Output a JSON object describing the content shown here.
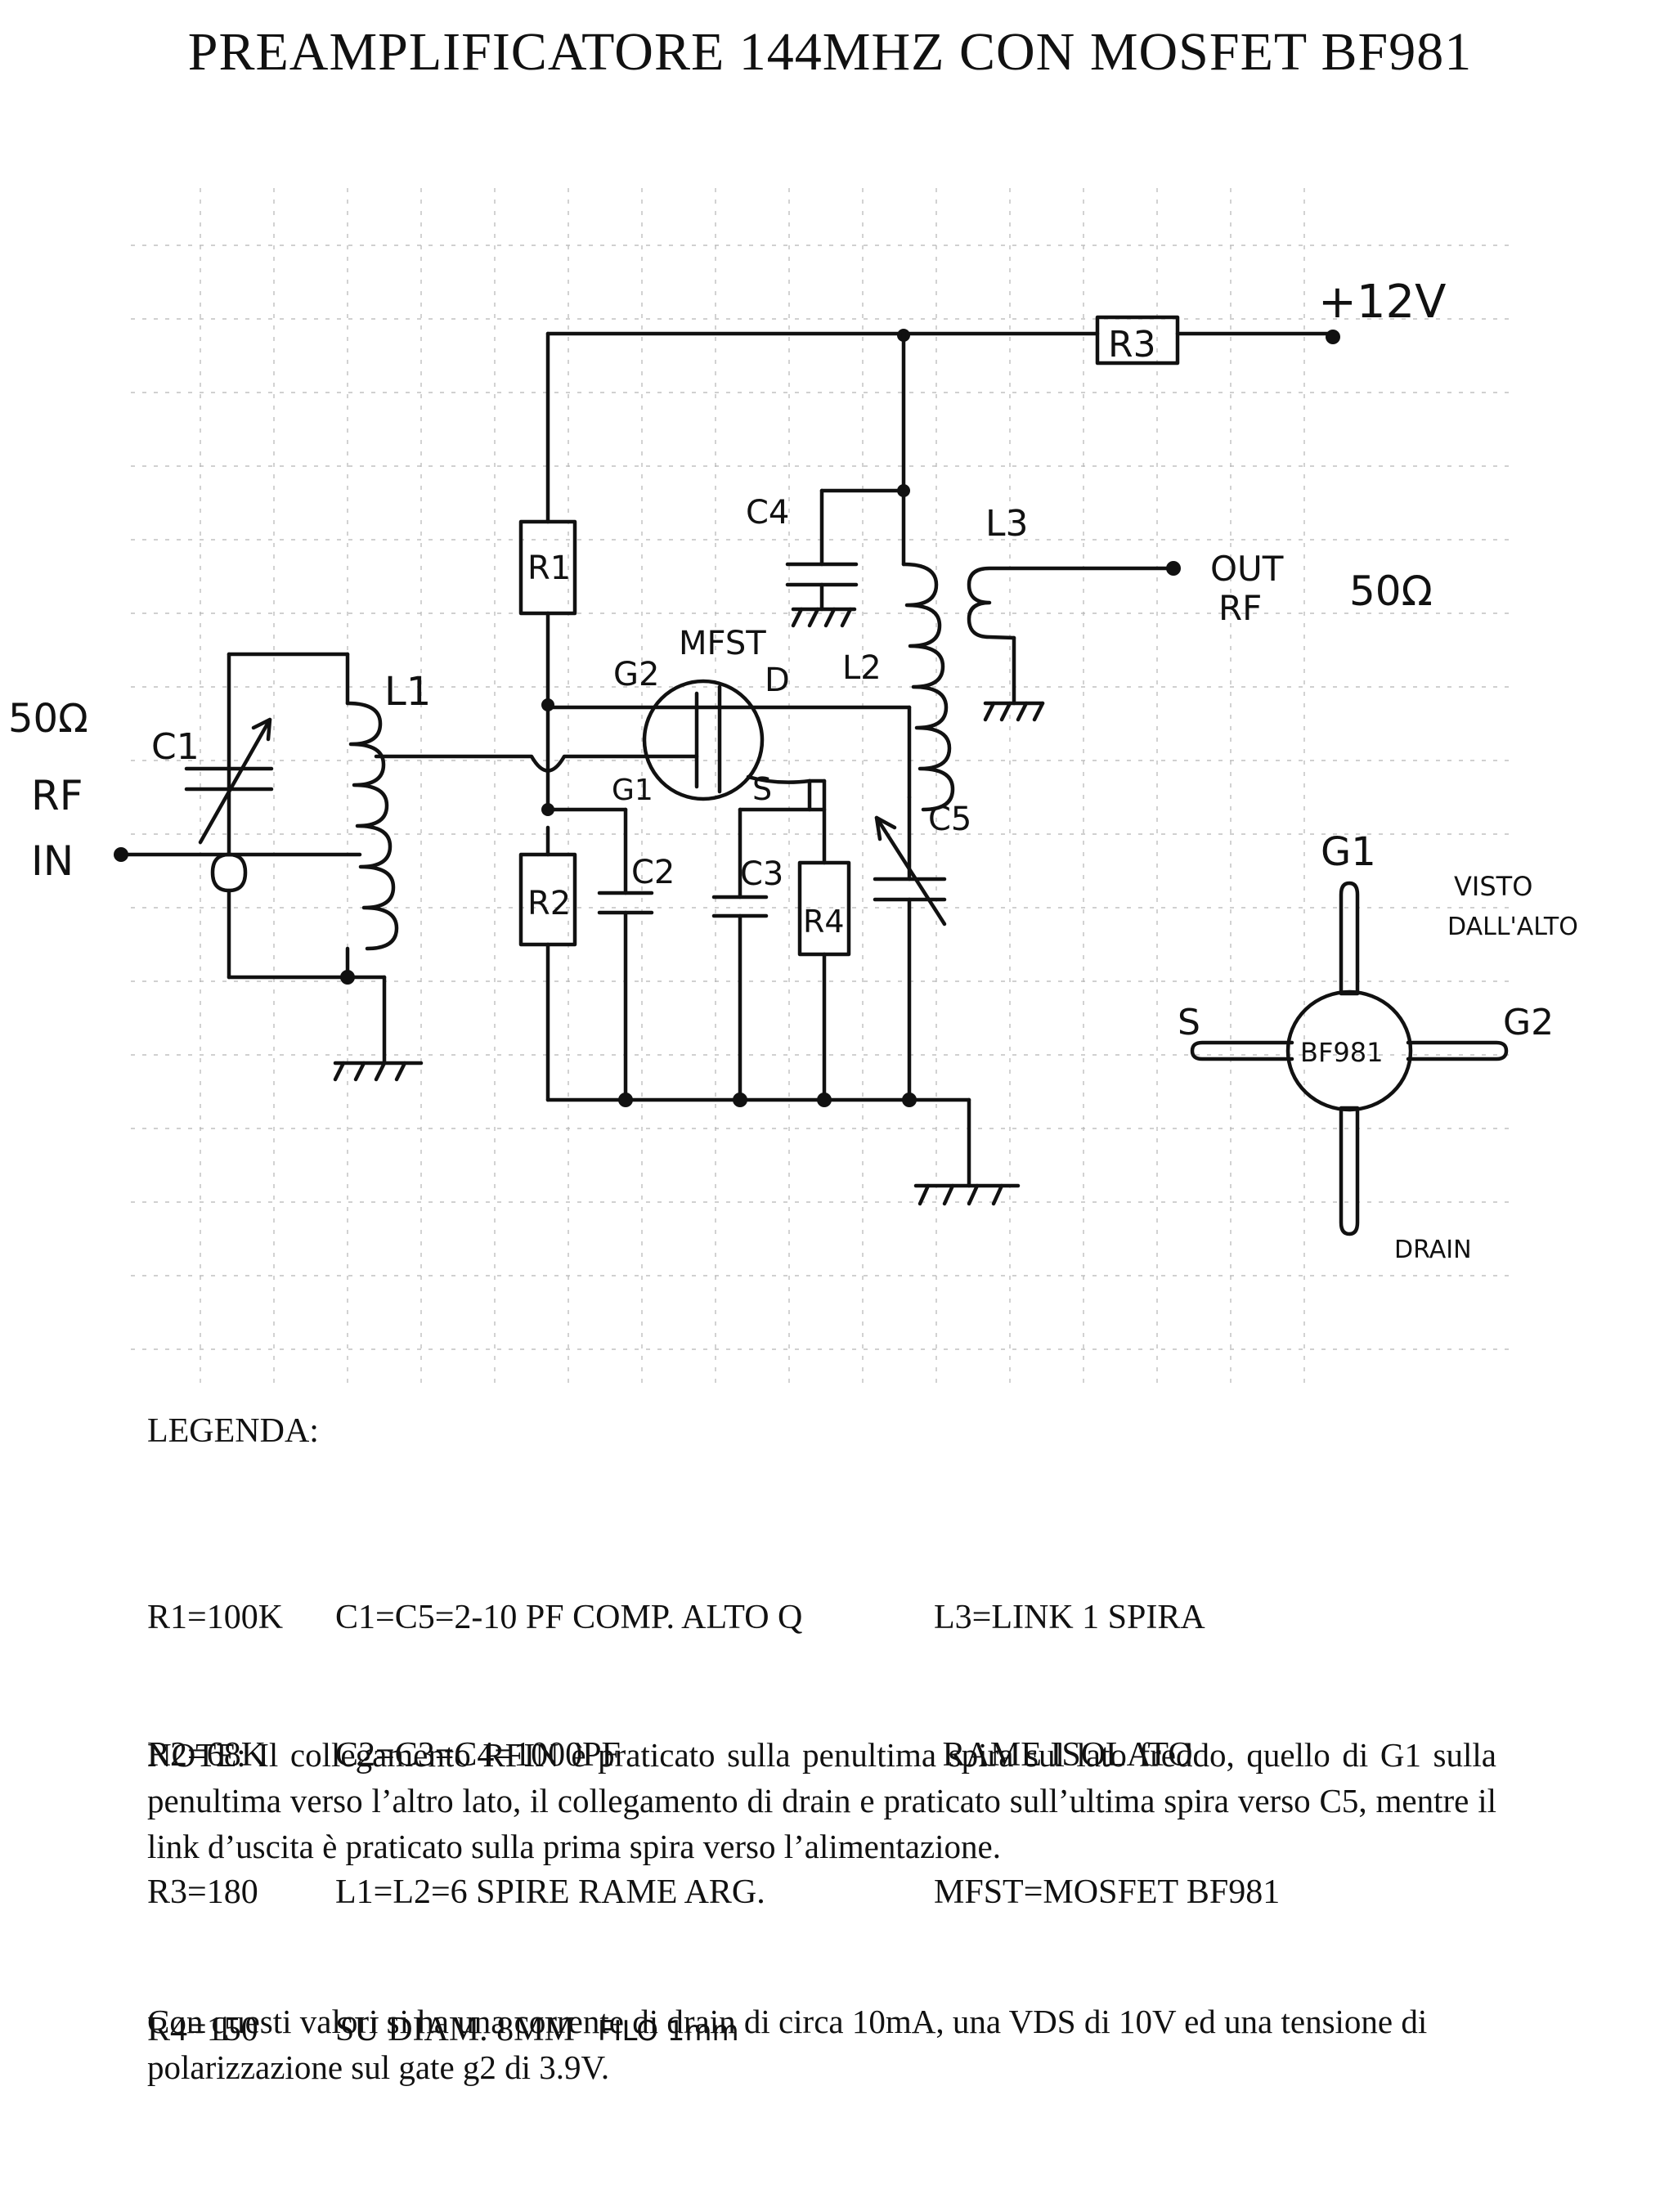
{
  "title": "PREAMPLIFICATORE  144MHZ CON MOSFET BF981",
  "schematic": {
    "supply_label": "+12V",
    "input_impedance": "50Ω",
    "input_label_1": "RF",
    "input_label_2": "IN",
    "output_label_1": "OUT",
    "output_label_2": "RF",
    "output_impedance": "50Ω",
    "mosfet_label": "MFST",
    "pins": {
      "g1": "G1",
      "g2": "G2",
      "d": "D",
      "s": "S"
    },
    "components": {
      "r1": "R1",
      "r2": "R2",
      "r3": "R3",
      "r4": "R4",
      "c1": "C1",
      "c2": "C2",
      "c3": "C3",
      "c4": "C4",
      "c5": "C5",
      "l1": "L1",
      "l2": "L2",
      "l3": "L3"
    },
    "pinout": {
      "top_label": "G1",
      "left_label": "S",
      "right_label": "G2",
      "bottom_label": "DRAIN",
      "body_label": "BF981",
      "view_label_1": "VISTO",
      "view_label_2": "DALL'ALTO"
    }
  },
  "legend": {
    "heading": "LEGENDA:",
    "resistors": [
      "R1=100K",
      "R2=68K",
      "R3=180",
      "R4=150"
    ],
    "caps_coils": [
      "C1=C5=2-10 PF COMP. ALTO Q",
      "C2=C3=C4=1000PF",
      "L1=L2=6 SPIRE RAME ARG.",
      "SU DIAM. 8MM"
    ],
    "wire_note": "FILO 1mm",
    "link": [
      "L3=LINK 1 SPIRA",
      " RAME ISOLATO",
      "MFST=MOSFET BF981"
    ]
  },
  "note": "NOTE: Il collegamento RFIN è praticato sulla penultima spira sul lato freddo, quello di G1 sulla penultima verso l’altro lato, il collegamento di drain e praticato sull’ultima spira verso C5, mentre il link d’uscita è praticato sulla prima spira verso l’alimentazione.",
  "final": "Con questi valori si ha una corrente di drain di circa 10mA, una VDS di 10V ed una tensione di polarizzazione sul gate g2 di 3.9V."
}
